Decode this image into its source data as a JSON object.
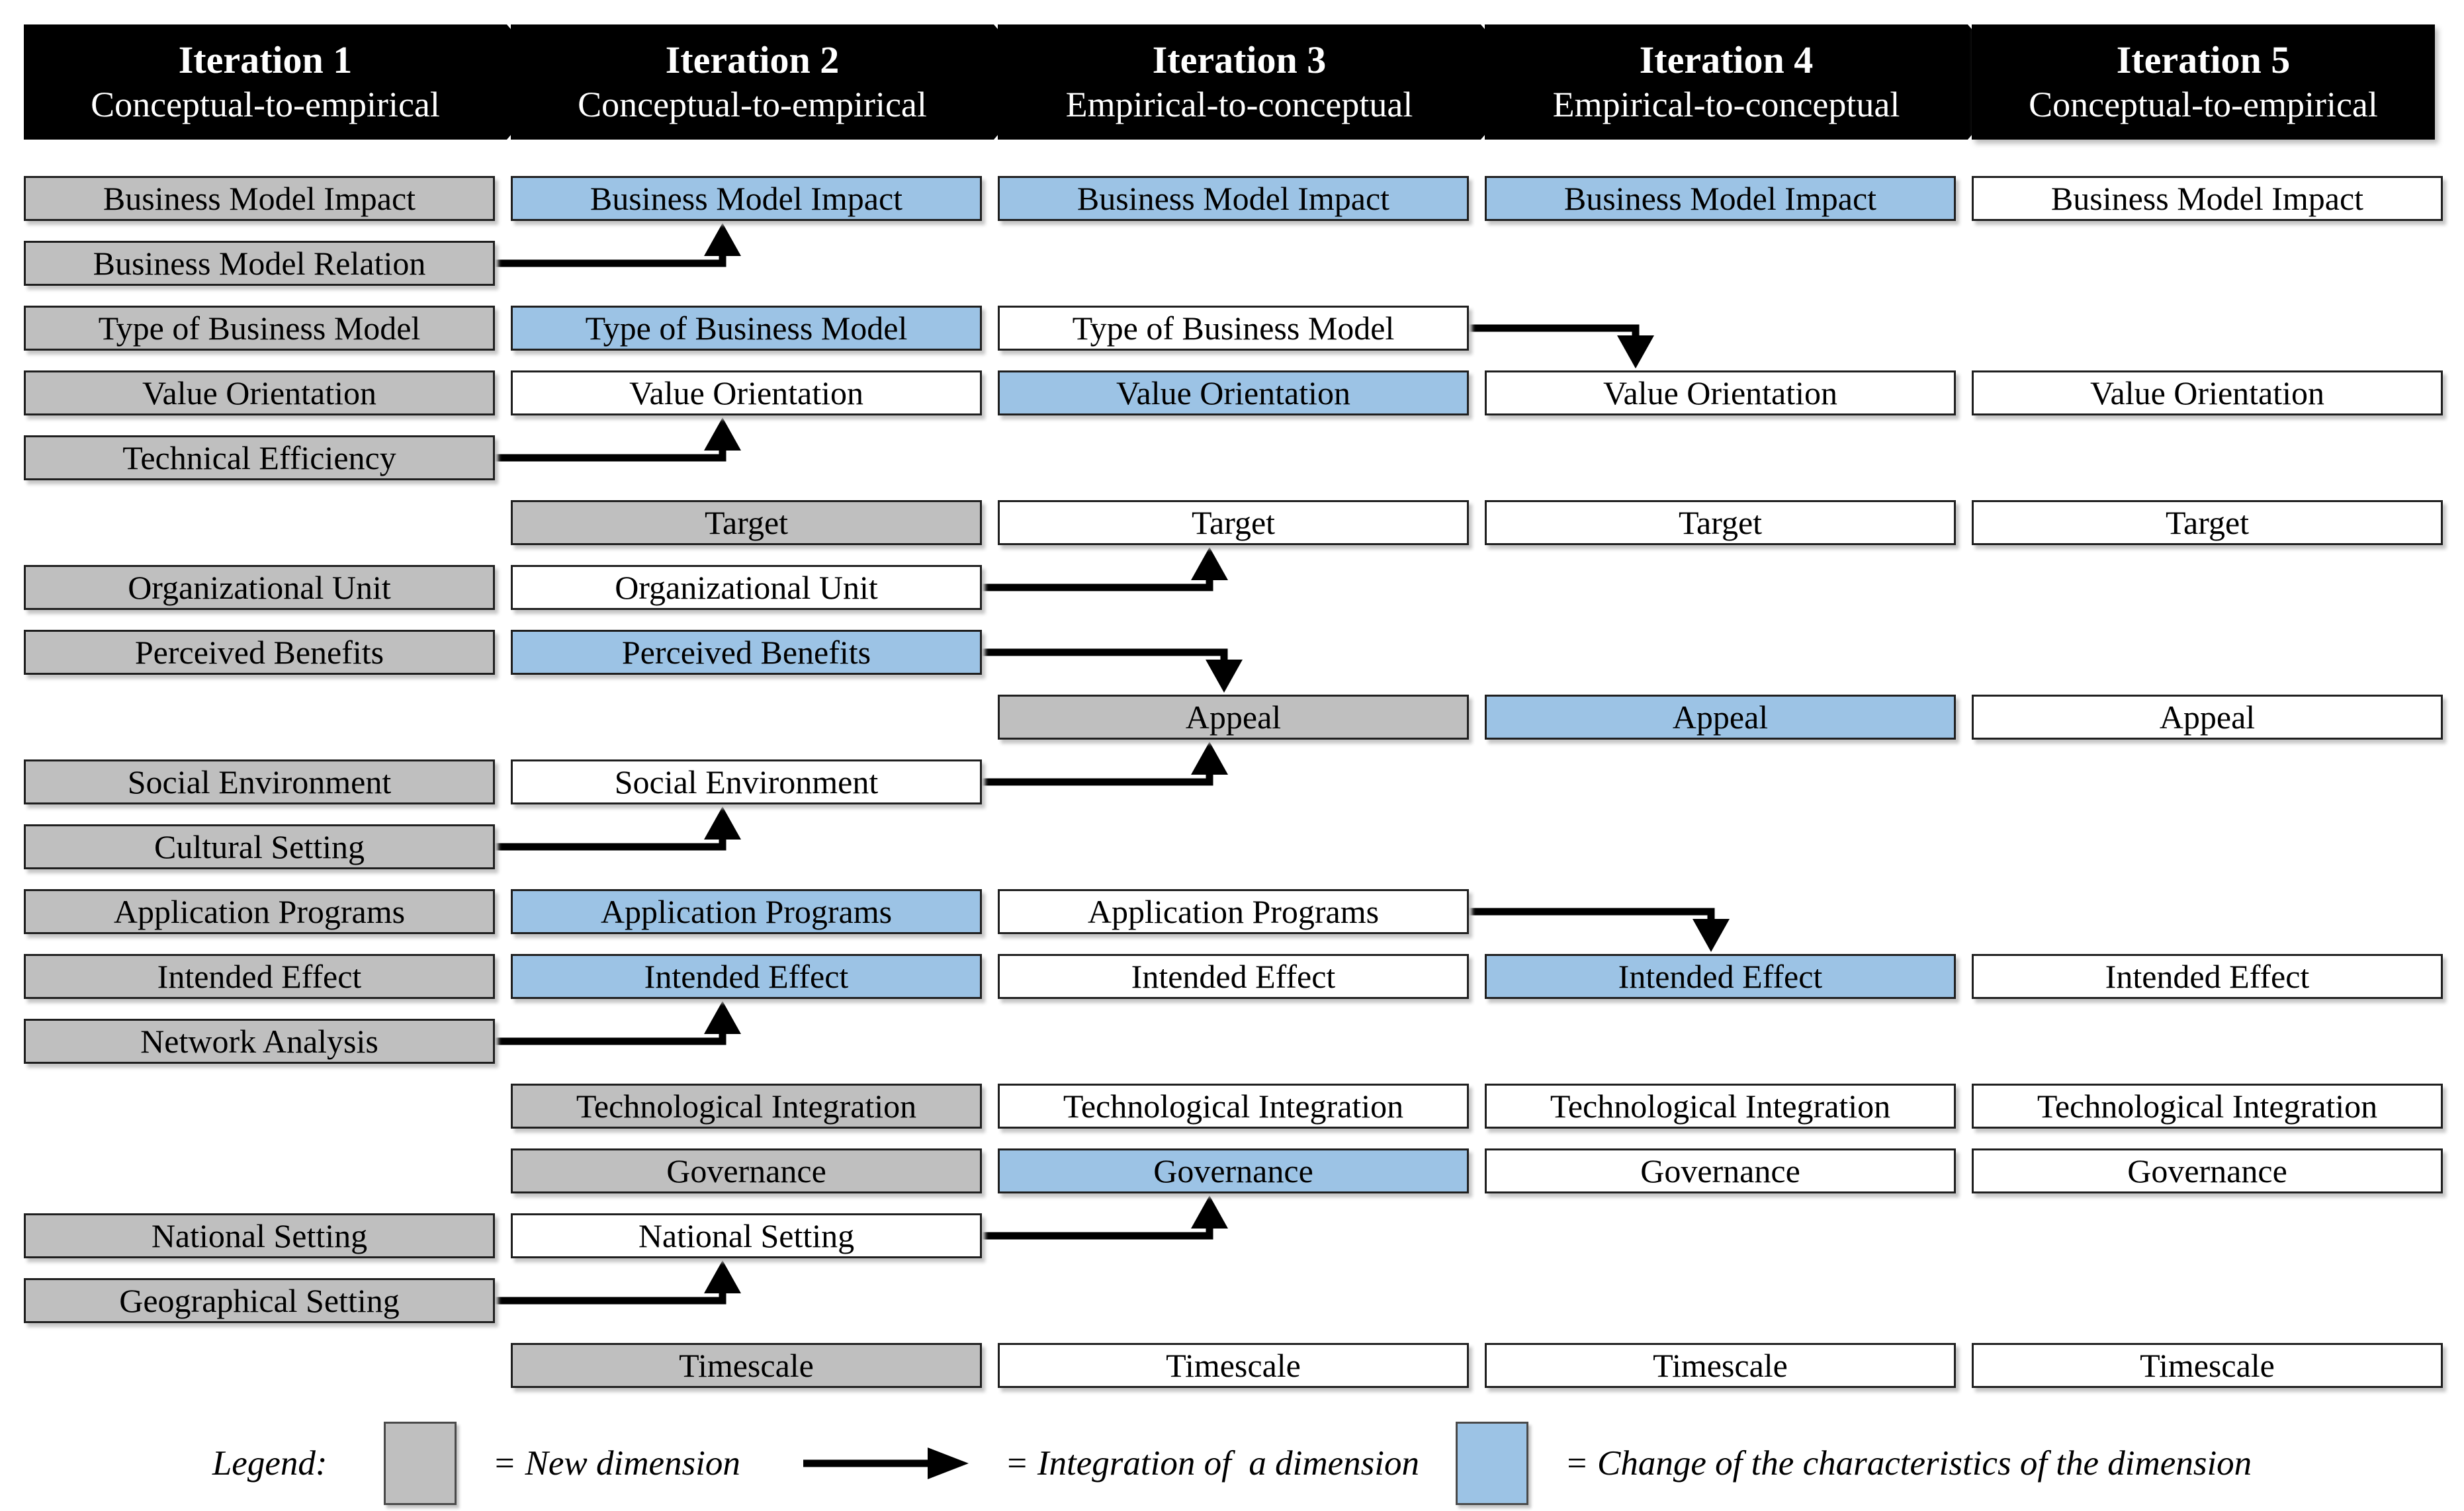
{
  "iterations": [
    {
      "label": "Iteration 1",
      "subtitle": "Conceptual-to-empirical"
    },
    {
      "label": "Iteration 2",
      "subtitle": "Conceptual-to-empirical"
    },
    {
      "label": "Iteration 3",
      "subtitle": "Empirical-to-conceptual"
    },
    {
      "label": "Iteration 4",
      "subtitle": "Empirical-to-conceptual"
    },
    {
      "label": "Iteration 5",
      "subtitle": "Conceptual-to-empirical"
    }
  ],
  "colors": {
    "new_dimension": "#BFBFBF",
    "changed_dimension": "#9CC3E5",
    "unchanged_dimension": "#FFFFFF",
    "header_bg": "#000000",
    "header_text": "#FFFFFF",
    "box_border": "#1F1F1F",
    "arrow": "#000000"
  },
  "rows": [
    {
      "label": "Business Model Impact",
      "cells": {
        "1": "new",
        "2": "changed",
        "3": "changed",
        "4": "changed",
        "5": "unchanged"
      }
    },
    {
      "label": "Business Model Relation",
      "cells": {
        "1": "new"
      }
    },
    {
      "label": "Type of Business Model",
      "cells": {
        "1": "new",
        "2": "changed",
        "3": "unchanged"
      }
    },
    {
      "label": "Value Orientation",
      "cells": {
        "1": "new",
        "2": "unchanged",
        "3": "changed",
        "4": "unchanged",
        "5": "unchanged"
      }
    },
    {
      "label": "Technical Efficiency",
      "cells": {
        "1": "new"
      }
    },
    {
      "label": "Target",
      "cells": {
        "2": "new",
        "3": "unchanged",
        "4": "unchanged",
        "5": "unchanged"
      }
    },
    {
      "label": "Organizational Unit",
      "cells": {
        "1": "new",
        "2": "unchanged"
      }
    },
    {
      "label": "Perceived Benefits",
      "cells": {
        "1": "new",
        "2": "changed"
      }
    },
    {
      "label": "Appeal",
      "cells": {
        "3": "new",
        "4": "changed",
        "5": "unchanged"
      }
    },
    {
      "label": "Social Environment",
      "cells": {
        "1": "new",
        "2": "unchanged"
      }
    },
    {
      "label": "Cultural Setting",
      "cells": {
        "1": "new"
      }
    },
    {
      "label": "Application Programs",
      "cells": {
        "1": "new",
        "2": "changed",
        "3": "unchanged"
      }
    },
    {
      "label": "Intended Effect",
      "cells": {
        "1": "new",
        "2": "changed",
        "3": "unchanged",
        "4": "changed",
        "5": "unchanged"
      }
    },
    {
      "label": "Network Analysis",
      "cells": {
        "1": "new"
      }
    },
    {
      "label": "Technological Integration",
      "cells": {
        "2": "new",
        "3": "unchanged",
        "4": "unchanged",
        "5": "unchanged"
      }
    },
    {
      "label": "Governance",
      "cells": {
        "2": "new",
        "3": "changed",
        "4": "unchanged",
        "5": "unchanged"
      }
    },
    {
      "label": "National Setting",
      "cells": {
        "1": "new",
        "2": "unchanged"
      }
    },
    {
      "label": "Geographical Setting",
      "cells": {
        "1": "new"
      }
    },
    {
      "label": "Timescale",
      "cells": {
        "2": "new",
        "3": "unchanged",
        "4": "unchanged",
        "5": "unchanged"
      }
    }
  ],
  "integrations": [
    {
      "dimension": "Business Model Relation",
      "from_iteration": 1,
      "into_dimension": "Business Model Impact",
      "into_iteration": 2
    },
    {
      "dimension": "Technical Efficiency",
      "from_iteration": 1,
      "into_dimension": "Value Orientation",
      "into_iteration": 2
    },
    {
      "dimension": "Type of Business Model",
      "from_iteration": 3,
      "into_dimension": "Value Orientation",
      "into_iteration": 4,
      "bend": 0.32
    },
    {
      "dimension": "Organizational Unit",
      "from_iteration": 2,
      "into_dimension": "Target",
      "into_iteration": 3
    },
    {
      "dimension": "Perceived Benefits",
      "from_iteration": 2,
      "into_dimension": "Appeal",
      "into_iteration": 3
    },
    {
      "dimension": "Social Environment",
      "from_iteration": 2,
      "into_dimension": "Appeal",
      "into_iteration": 3
    },
    {
      "dimension": "Cultural Setting",
      "from_iteration": 1,
      "into_dimension": "Social Environment",
      "into_iteration": 2
    },
    {
      "dimension": "Application Programs",
      "from_iteration": 3,
      "into_dimension": "Intended Effect",
      "into_iteration": 4
    },
    {
      "dimension": "Network Analysis",
      "from_iteration": 1,
      "into_dimension": "Intended Effect",
      "into_iteration": 2
    },
    {
      "dimension": "National Setting",
      "from_iteration": 2,
      "into_dimension": "Governance",
      "into_iteration": 3
    },
    {
      "dimension": "Geographical Setting",
      "from_iteration": 1,
      "into_dimension": "National Setting",
      "into_iteration": 2
    }
  ],
  "legend": {
    "label": "Legend:",
    "new_dimension": "= New dimension",
    "integration": "= Integration of  a dimension",
    "change": "= Change of the characteristics of the dimension"
  }
}
